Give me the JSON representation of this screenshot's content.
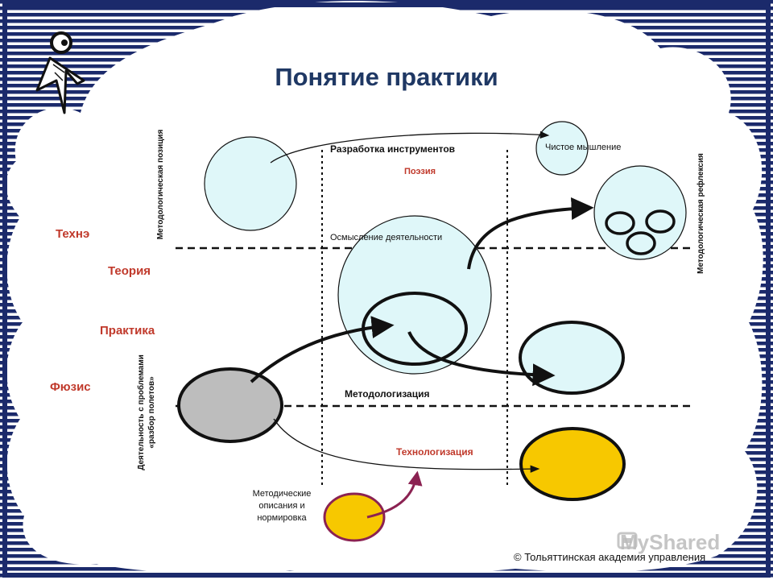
{
  "title": "Понятие практики",
  "side_labels": {
    "techne": "Технэ",
    "theory": "Теория",
    "practice": "Практика",
    "physis": "Фюзис"
  },
  "vertical_labels": {
    "methodological_position": "Методологическая позиция",
    "methodological_reflection": "Методологическая рефлексия",
    "activity_problems_line1": "Деятельность с проблемами",
    "activity_problems_line2": "«разбор полетов»"
  },
  "region_labels": {
    "tools_development": "Разработка инструментов",
    "poetry": "Поэзия",
    "pure_thinking": "Чистое мышление",
    "activity_comprehension": "Осмысление деятельности",
    "methodologization": "Методологизация",
    "technologization": "Технологизация",
    "methodical_line1": "Методические",
    "methodical_line2": "описания и",
    "methodical_line3": "нормировка"
  },
  "footer": {
    "copyright": "© Тольяттинская академия управления",
    "watermark": "MyShared"
  },
  "colors": {
    "title": "#1f3864",
    "accent_red": "#c0392b",
    "light_cyan": "#dff7f9",
    "gray_fill": "#bdbdbd",
    "gold_fill": "#f7c800",
    "navy_frame": "#1b2a6b",
    "maroon_arrow": "#8b2252"
  },
  "icons": [
    "person-logo-icon",
    "mushared-logo-icon"
  ]
}
